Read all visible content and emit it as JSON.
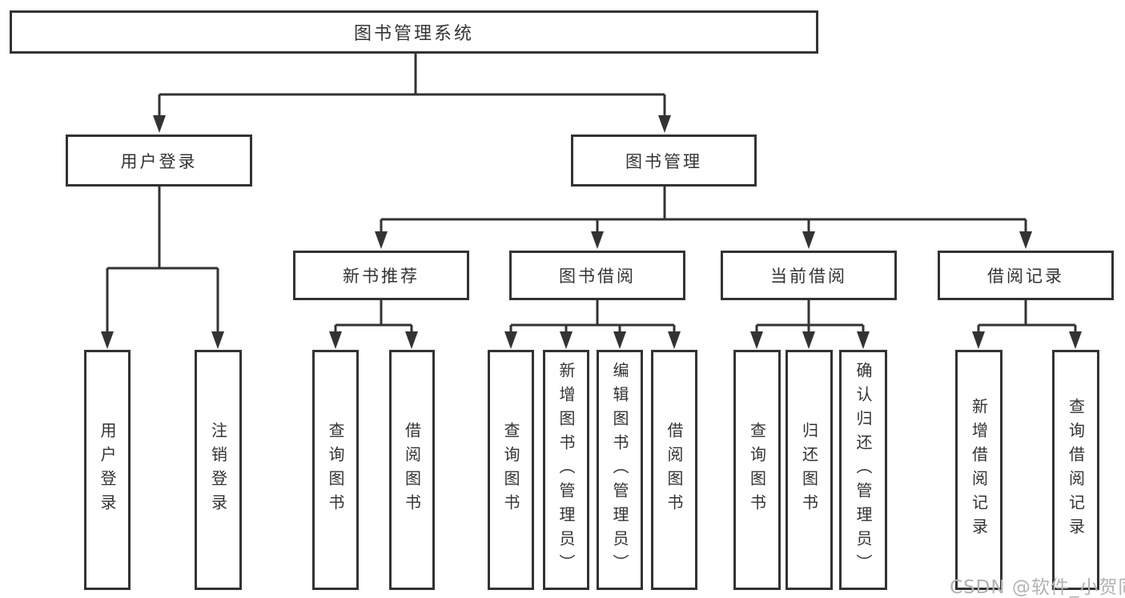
{
  "tree": {
    "root": {
      "label": "图书管理系统"
    },
    "branches": [
      {
        "label": "用户登录",
        "children": [
          {
            "label": "用户登录"
          },
          {
            "label": "注销登录"
          }
        ]
      },
      {
        "label": "图书管理",
        "children": [
          {
            "label": "新书推荐",
            "children": [
              {
                "label": "查询图书"
              },
              {
                "label": "借阅图书"
              }
            ]
          },
          {
            "label": "图书借阅",
            "children": [
              {
                "label": "查询图书"
              },
              {
                "label": "新增图书（管理员）"
              },
              {
                "label": "编辑图书（管理员）"
              },
              {
                "label": "借阅图书"
              }
            ]
          },
          {
            "label": "当前借阅",
            "children": [
              {
                "label": "查询图书"
              },
              {
                "label": "归还图书"
              },
              {
                "label": "确认归还（管理员）"
              }
            ]
          },
          {
            "label": "借阅记录",
            "children": [
              {
                "label": "新增借阅记录"
              },
              {
                "label": "查询借阅记录"
              }
            ]
          }
        ]
      }
    ]
  },
  "watermark": {
    "text": "CSDN @软件_小贺同学"
  },
  "colors": {
    "line": "#333333",
    "box_border": "#333333",
    "text": "#333333",
    "background": "#ffffff",
    "watermark": "#b2b2b2"
  }
}
